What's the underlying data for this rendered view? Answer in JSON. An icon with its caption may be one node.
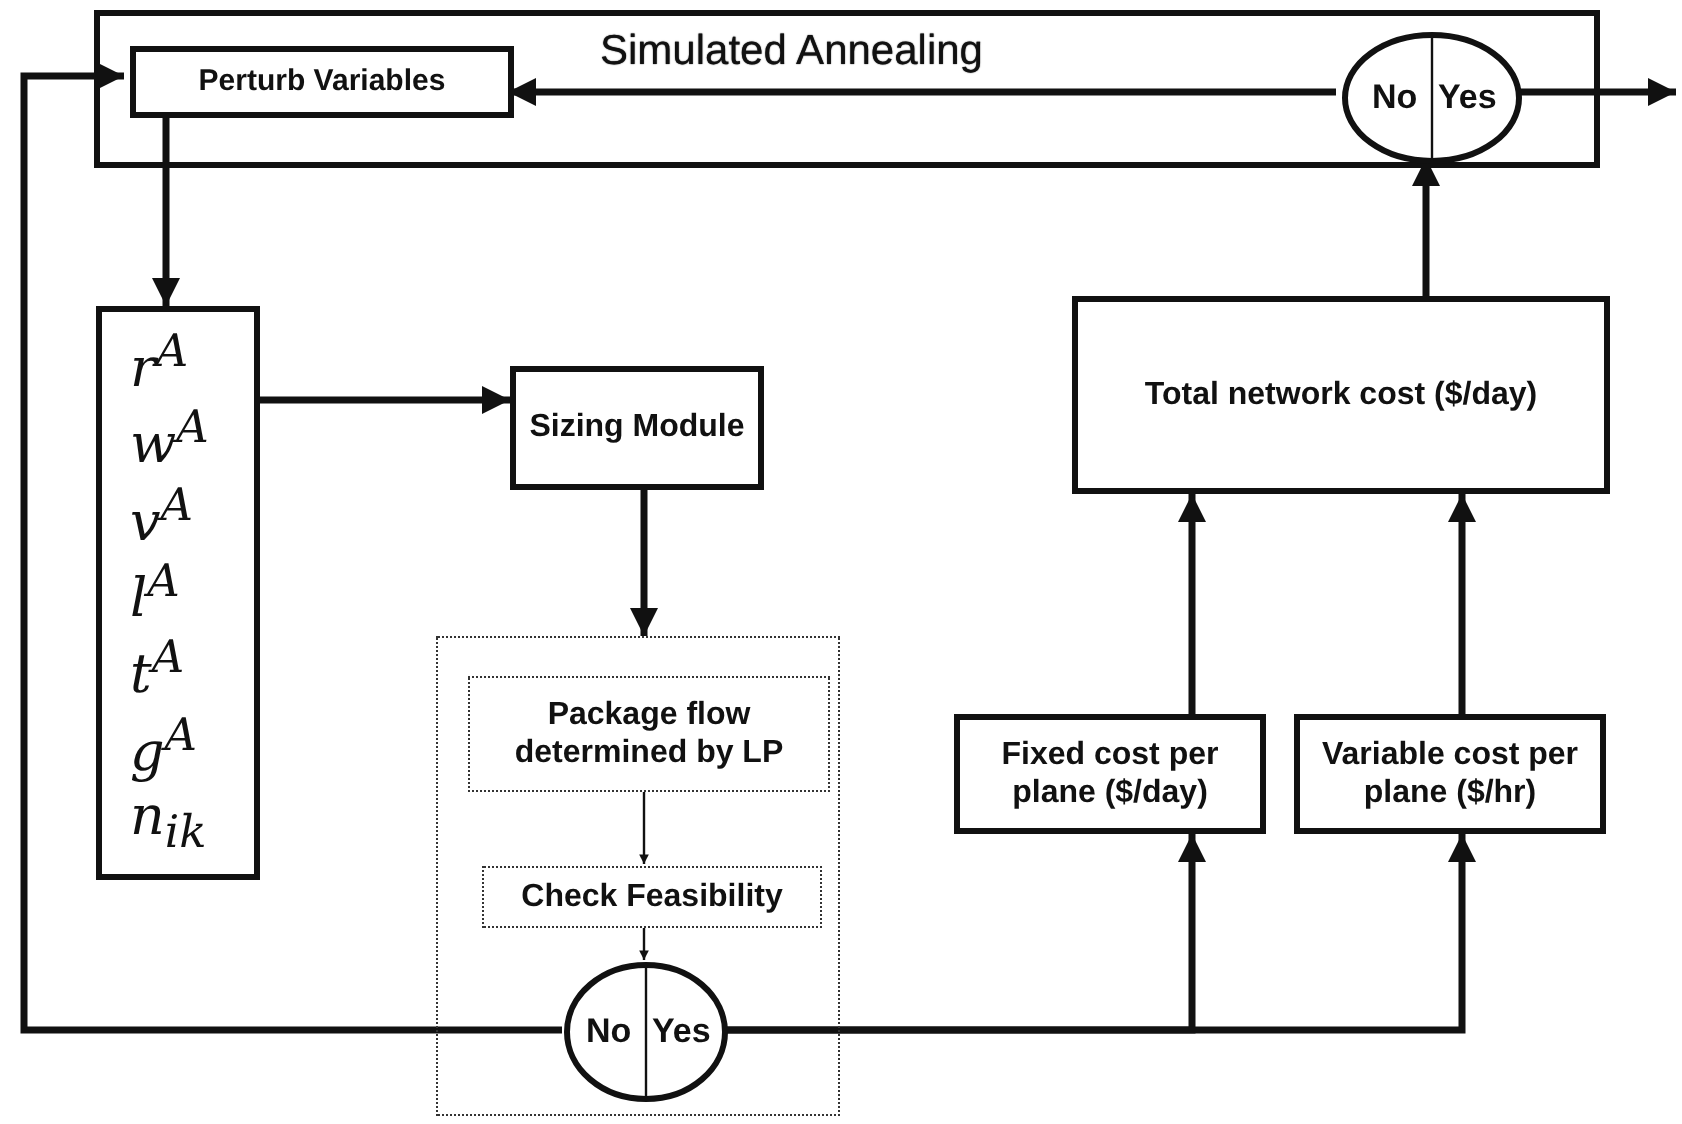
{
  "diagram": {
    "nodes": [
      {
        "text": [
          "Simulated Annealing"
        ]
      },
      {
        "text": [
          "Perturb Variables"
        ],
        "in": 0
      },
      {
        "text": [
          "No",
          "Yes"
        ],
        "in": 0
      },
      {
        "text": [
          "r$^{A}$",
          "w$^{A}$",
          "v$^{A}$",
          "l$^{A}$",
          "t$^{A}$",
          "g$^{A}$",
          "n$_{ik}$"
        ]
      },
      {
        "text": [
          "Sizing Module"
        ]
      },
      {
        "text": [],
        "shape": "box"
      },
      {
        "text": [
          "Package flow determined by LP"
        ],
        "in": 5
      },
      {
        "text": [
          "Check Feasibility"
        ],
        "in": 5
      },
      {
        "text": [
          "No",
          "Yes"
        ],
        "in": 5
      },
      {
        "text": [
          "Total network cost ($/day)"
        ]
      },
      {
        "text": [
          "Fixed cost per plane ($/day)"
        ]
      },
      {
        "text": [
          "Variable cost per plane ($/hr)"
        ]
      }
    ],
    "edges": [
      {
        "from": 2,
        "to": 1,
        "arrow": "to"
      },
      {
        "from": 2,
        "to": null,
        "arrow": "to"
      },
      {
        "from": 1,
        "to": 3,
        "arrow": "to"
      },
      {
        "from": 3,
        "to": 4,
        "arrow": "to"
      },
      {
        "from": 4,
        "to": 5,
        "arrow": "to"
      },
      {
        "from": 6,
        "to": 7,
        "arrow": "to"
      },
      {
        "from": 7,
        "to": 8,
        "arrow": "to"
      },
      {
        "from": 8,
        "to": 1,
        "arrow": "to"
      },
      {
        "from": 8,
        "to": 10,
        "arrow": "to"
      },
      {
        "from": 8,
        "to": 11,
        "arrow": "to"
      },
      {
        "from": 10,
        "to": 9,
        "arrow": "to"
      },
      {
        "from": 11,
        "to": 9,
        "arrow": "to"
      },
      {
        "from": 9,
        "to": 2,
        "arrow": "to"
      }
    ]
  }
}
